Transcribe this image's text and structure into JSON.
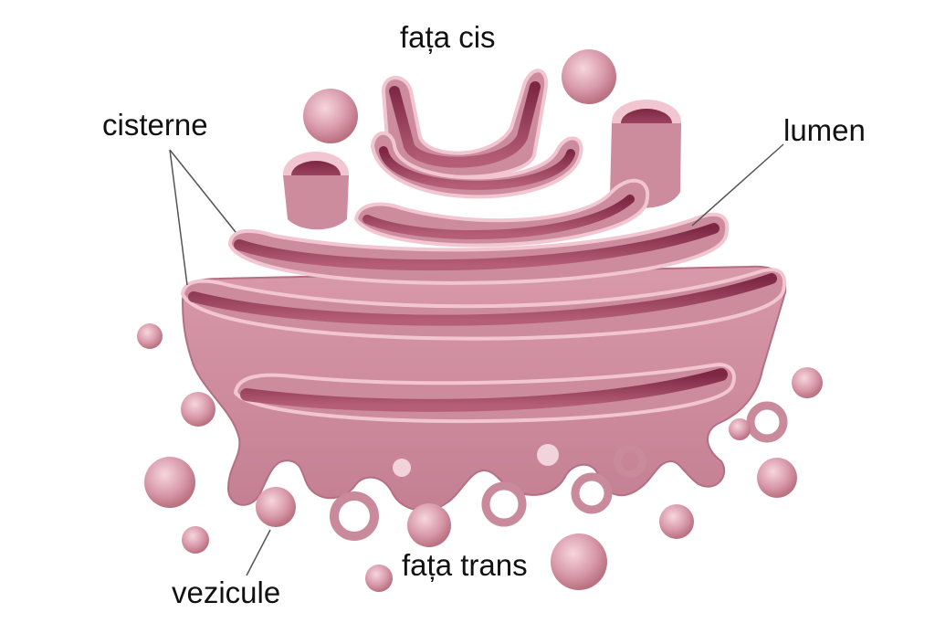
{
  "labels": {
    "cis_face": "fața cis",
    "cisternae": "cisterne",
    "lumen": "lumen",
    "vesicles": "vezicule",
    "trans_face": "fața trans"
  },
  "colors": {
    "membrane_outer": "#c98a9c",
    "membrane_light": "#f2c8d3",
    "lumen_dark": "#8e3553",
    "body_pink": "#cf8ea0",
    "leader_line": "#555555"
  }
}
